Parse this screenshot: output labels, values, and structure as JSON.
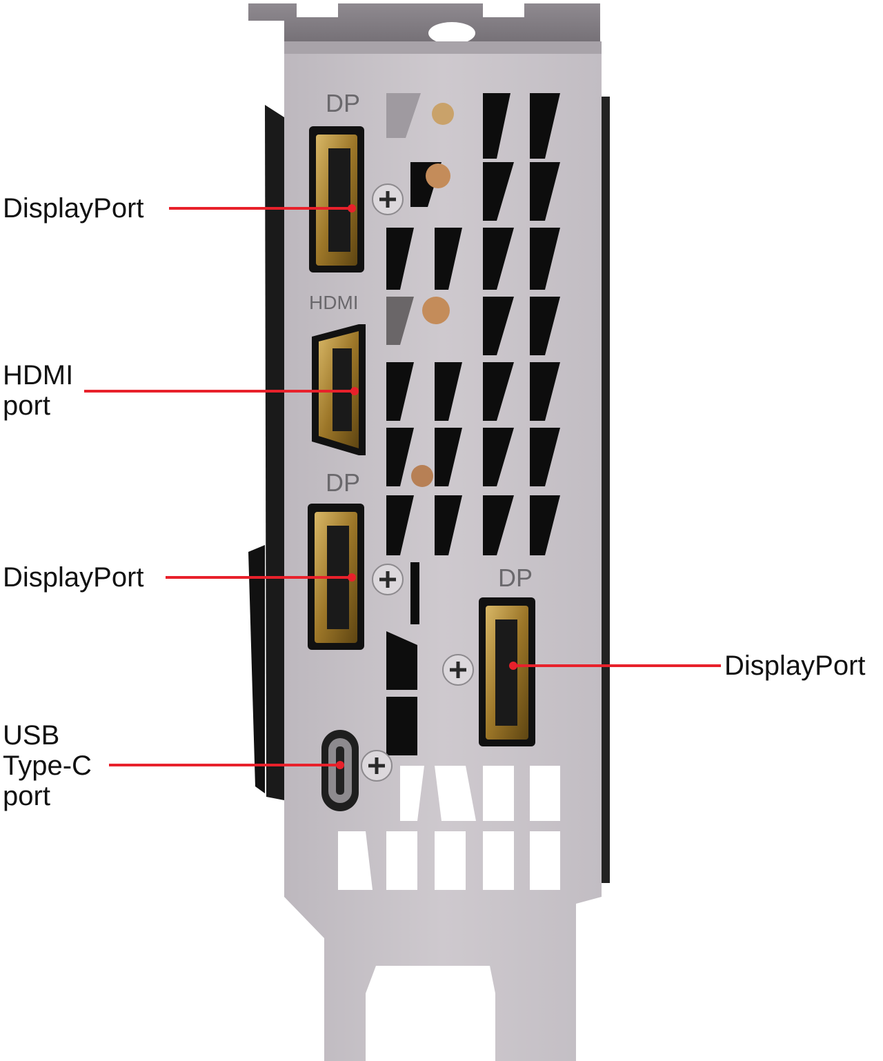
{
  "bracket_labels": {
    "dp_top": "DP",
    "hdmi": "HDMI",
    "dp_middle": "DP",
    "dp_right": "DP"
  },
  "callouts": {
    "displayport_top": "DisplayPort",
    "hdmi_port": "HDMI\nport",
    "displayport_middle": "DisplayPort",
    "usb_type_c_port": "USB\nType-C\nport",
    "displayport_right": "DisplayPort"
  },
  "colors": {
    "leader_line": "#e8212b",
    "bracket": "#c9c4c9",
    "port_gold": "#b08b3a",
    "background": "#ffffff"
  }
}
